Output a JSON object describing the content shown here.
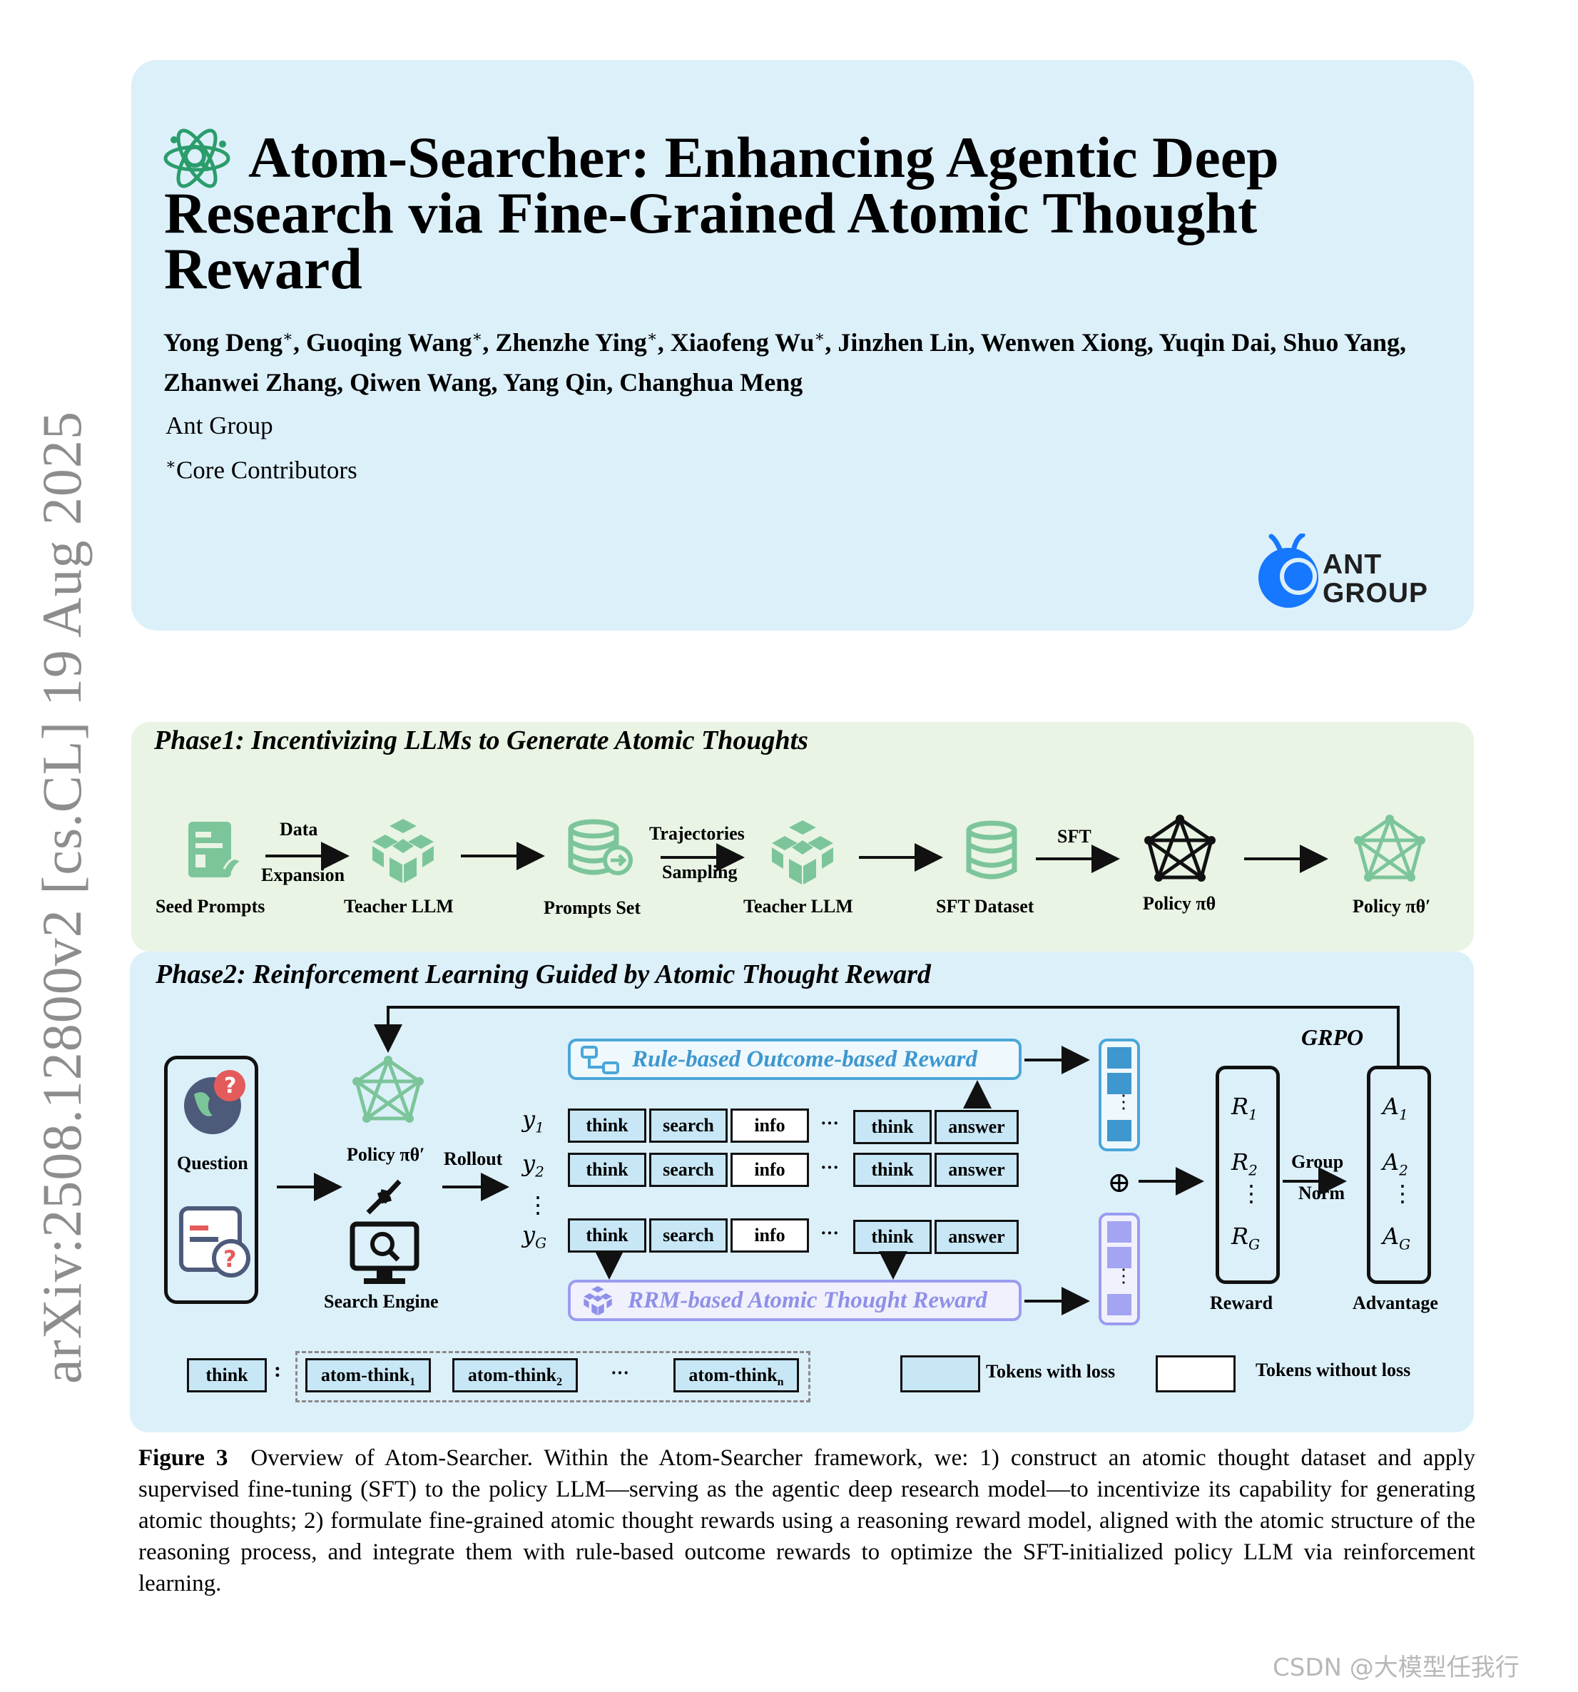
{
  "side_stamp": "arXiv:2508.12800v2  [cs.CL]  19 Aug 2025",
  "header": {
    "title": "Atom-Searcher: Enhancing Agentic Deep Research via Fine-Grained Atomic Thought Reward",
    "authors_line1": [
      "Yong Deng",
      "Guoqing Wang",
      "Zhenzhe Ying",
      "Xiaofeng Wu"
    ],
    "authors_line1_rest": "Jinzhen Lin, Wenwen Xiong, Yuqin Dai, Shuo Yang,",
    "authors_line2": "Zhanwei Zhang, Qiwen Wang, Yang Qin, Changhua Meng",
    "affiliation": "Ant Group",
    "core_note": "Core Contributors",
    "logo_text_1": "ANT",
    "logo_text_2": "GROUP"
  },
  "phase1": {
    "title": "Phase1: Incentivizing LLMs to Generate Atomic Thoughts",
    "nodes": [
      "Seed Prompts",
      "Teacher LLM",
      "Prompts Set",
      "Teacher LLM",
      "SFT Dataset",
      "Policy πθ",
      "Policy πθ′"
    ],
    "edge_labels": {
      "data": "Data",
      "expansion": "Expansion",
      "trajectories": "Trajectories",
      "sampling": "Sampling",
      "sft": "SFT"
    }
  },
  "phase2": {
    "title": "Phase2: Reinforcement Learning Guided by Atomic Thought Reward",
    "question_label": "Question",
    "policy_label": "Policy πθ′",
    "search_label": "Search Engine",
    "rollout_label": "Rollout",
    "grpo_label": "GRPO",
    "outcome_reward": "Rule-based Outcome-based Reward",
    "rrm_reward": "RRM-based Atomic Thought Reward",
    "trajectories": [
      {
        "y": "y1",
        "tokens": [
          "think",
          "search",
          "info",
          "think",
          "answer"
        ]
      },
      {
        "y": "y2",
        "tokens": [
          "think",
          "search",
          "info",
          "think",
          "answer"
        ]
      },
      {
        "y": "yG",
        "tokens": [
          "think",
          "search",
          "info",
          "think",
          "answer"
        ]
      }
    ],
    "ellipsis": "···",
    "reward_entries": [
      "R1",
      "R2",
      "RG"
    ],
    "advantage_entries": [
      "A1",
      "A2",
      "AG"
    ],
    "reward_label": "Reward",
    "advantage_label": "Advantage",
    "group_norm": [
      "Group",
      "Norm"
    ],
    "oplus": "⊕",
    "legend": {
      "think": "think",
      "atoms": [
        "atom-think1",
        "atom-think2",
        "atom-thinkn"
      ],
      "with_loss": "Tokens with loss",
      "without_loss": "Tokens without loss"
    }
  },
  "caption": {
    "label": "Figure 3",
    "text": "Overview of Atom-Searcher. Within the Atom-Searcher framework, we: 1) construct an atomic thought dataset and apply supervised fine-tuning (SFT) to the policy LLM—serving as the agentic deep research model—to incentivize its capability for generating atomic thoughts; 2) formulate fine-grained atomic thought rewards using a reasoning reward model, aligned with the atomic structure of the reasoning process, and integrate them with rule-based outcome rewards to optimize the SFT-initialized policy LLM via reinforcement learning."
  },
  "watermark": "CSDN @大模型任我行",
  "colors": {
    "header_bg": "#dcf0fa",
    "phase1_bg": "#e9f4e4",
    "phase2_bg": "#dcf0fa",
    "green_icon": "#7cc59a",
    "blue_accent": "#4aa6d8",
    "purple_accent": "#9b9cf0",
    "token_loss": "#c8e7f6"
  }
}
